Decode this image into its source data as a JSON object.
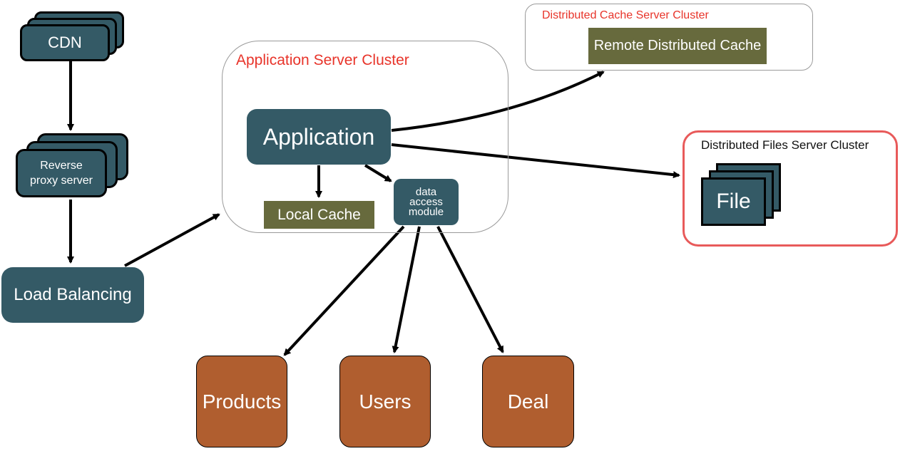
{
  "nodes": {
    "cdn": "CDN",
    "reverse_proxy": "Reverse proxy server",
    "load_balancing": "Load Balancing",
    "application": "Application",
    "local_cache": "Local Cache",
    "data_access_module": "data access module",
    "remote_cache": "Remote Distributed Cache",
    "file": "File",
    "products": "Products",
    "users": "Users",
    "deal": "Deal"
  },
  "clusters": {
    "app_cluster": "Application Server Cluster",
    "cache_cluster": "Distributed Cache Server Cluster",
    "files_cluster": "Distributed Files Server Cluster"
  },
  "colors": {
    "node_fill": "#345a66",
    "cache_fill": "#676a3d",
    "db_fill": "#b05e2f",
    "cluster_label": "#e8342a",
    "files_cluster_border": "#e85a5a"
  }
}
